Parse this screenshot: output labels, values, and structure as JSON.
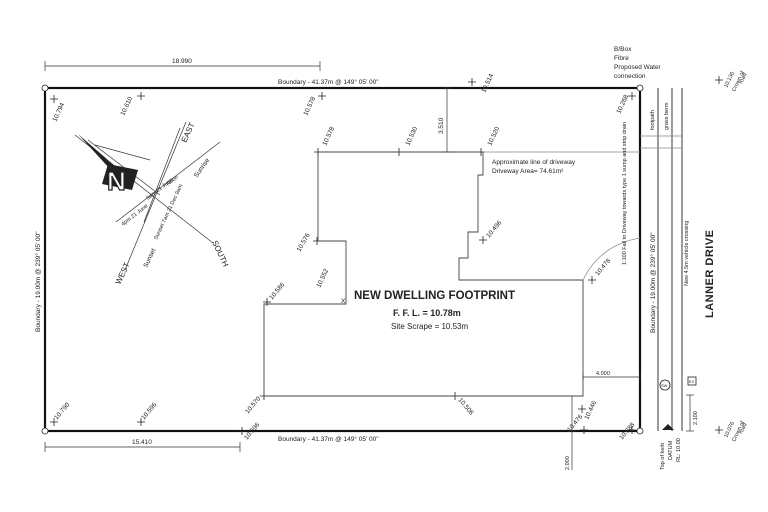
{
  "colors": {
    "ink": "#222222",
    "background": "#ffffff",
    "grey": "#888888"
  },
  "dimensions": {
    "top_offset": "18.990",
    "bottom_offset": "15.410",
    "setback_top": "3.510",
    "driveway_width": "4.000",
    "setback_bottom": "2.000",
    "road_offset": "2.100"
  },
  "boundaries": {
    "top": "Boundary - 41.37m @ 149° 05' 00\"",
    "bottom": "Boundary - 41.37m @ 149° 05' 00\"",
    "left": "Boundary - 19.00m @ 239° 05' 00\"",
    "right": "Boundary - 19.00m @ 239° 05' 00\""
  },
  "levels": {
    "tl": "10.794",
    "t1": "10.610",
    "t2": "10.578",
    "t3": "10.514",
    "tr": "10.268",
    "h1": "10.578",
    "h2": "10.530",
    "h3": "10.520",
    "h4": "10.496",
    "h5": "10.576",
    "h6": "10.552",
    "h7": "10.586",
    "h8": "10.478",
    "bl": "10.790",
    "b1": "10.596",
    "b2": "10.570",
    "b3": "10.596",
    "b4": "10.506",
    "b5": "10.446",
    "b6": "10.476",
    "br": "10.288",
    "crown_top": "10.136",
    "crown_bottom": "10.076"
  },
  "labels": {
    "utilities": [
      "B/Box",
      "Fibre",
      "Proposed Water",
      "connection"
    ],
    "footpath": "footpath",
    "grass_berm": "grass berm",
    "crown_of_road": [
      "Crown of",
      "road"
    ],
    "driveway_line": "Approximate line of driveway",
    "driveway_area": "Driveway Area= 74.61m²",
    "fall_note": "1:100 Fall to Driveway towards type 1 sump and strip drain",
    "vehicle_crossing": "New 4.5m vehicle crossing",
    "top_of_kerb": "Top of kerb",
    "datum": "DATUM",
    "rl": "RL: 10.00",
    "symbol_a": "SW",
    "symbol_b": "EX",
    "footprint_mark": "X"
  },
  "dwelling": {
    "title": "NEW DWELLING FOOTPRINT",
    "ffl": "F. F. L. = 10.78m",
    "scrape": "Site Scrape = 10.53m"
  },
  "road": {
    "name": "LANNER DRIVE"
  },
  "compass": {
    "north": "N",
    "east": "EAST",
    "west": "WEST",
    "south": "SOUTH",
    "sunrise": "Sunrise",
    "sunset": "Sunset",
    "times": [
      "4pm 21 June",
      "9am 21 June",
      "Noon"
    ],
    "dates": [
      "Sunset 7am 21 Dec 9am"
    ]
  }
}
